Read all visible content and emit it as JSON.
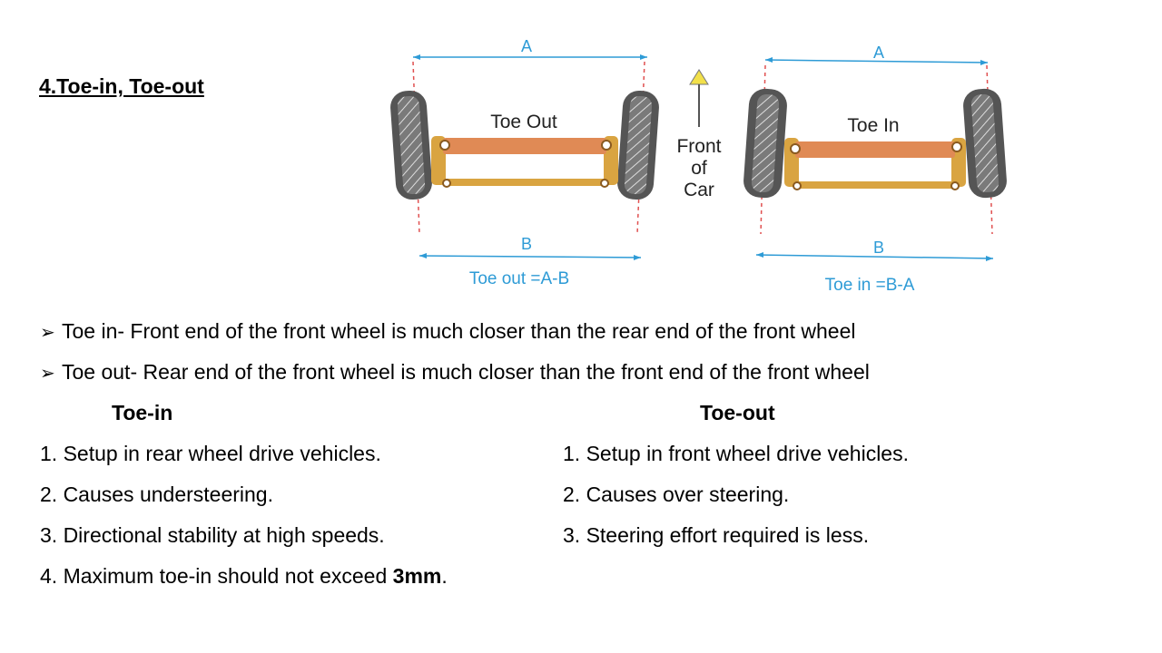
{
  "slide": {
    "title": "4.Toe-in, Toe-out",
    "diagram": {
      "toe_out_label": "Toe Out",
      "toe_in_label": "Toe In",
      "front_of_car": [
        "Front",
        "of",
        "Car"
      ],
      "dim_a": "A",
      "dim_b": "B",
      "toe_out_formula": "Toe out =A-B",
      "toe_in_formula": "Toe in =B-A",
      "colors": {
        "dimension": "#2e9bd6",
        "axle": "#e08a55",
        "frame": "#d9a441",
        "tire": "#555555",
        "arrow": "#f2e04a"
      }
    },
    "bullets": [
      {
        "icon": "arrow-bullet-icon",
        "text": "Toe in- Front end of the front wheel is much closer than the rear end of the front wheel"
      },
      {
        "icon": "arrow-bullet-icon",
        "text": "Toe out- Rear end of the front wheel is much closer than the front end of the front wheel"
      }
    ],
    "toe_in_column": {
      "heading": "Toe-in",
      "items": [
        "1. Setup in rear wheel drive vehicles.",
        "2. Causes understeering.",
        "3. Directional stability at high speeds."
      ],
      "item4_prefix": "4. Maximum toe-in should not exceed ",
      "item4_bold": "3mm",
      "item4_suffix": "."
    },
    "toe_out_column": {
      "heading": "Toe-out",
      "items": [
        "1. Setup in front wheel drive vehicles.",
        "2. Causes over steering.",
        "3. Steering effort required is less."
      ]
    }
  }
}
